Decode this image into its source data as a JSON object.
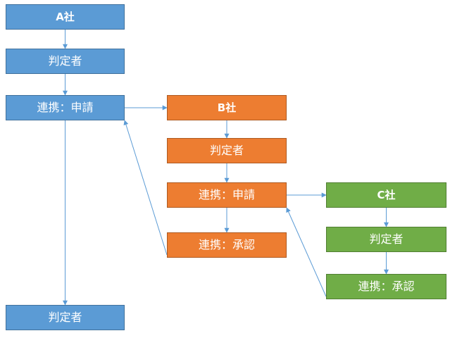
{
  "colors": {
    "company_a": "#5b9bd5",
    "company_b": "#ed7d31",
    "company_c": "#70ad47",
    "connector": "#5b9bd5"
  },
  "company_a": {
    "title": "A社",
    "judge": "判定者",
    "request": "連携：申請",
    "final_judge": "判定者"
  },
  "company_b": {
    "title": "B社",
    "judge": "判定者",
    "request": "連携：申請",
    "approve": "連携：承認"
  },
  "company_c": {
    "title": "C社",
    "judge": "判定者",
    "approve": "連携：承認"
  },
  "connections": [
    {
      "from": "a-title",
      "to": "a-judge"
    },
    {
      "from": "a-judge",
      "to": "a-request"
    },
    {
      "from": "a-request",
      "to": "b-title"
    },
    {
      "from": "a-request",
      "to": "a-final-judge"
    },
    {
      "from": "b-title",
      "to": "b-judge"
    },
    {
      "from": "b-judge",
      "to": "b-request"
    },
    {
      "from": "b-request",
      "to": "b-approve"
    },
    {
      "from": "b-request",
      "to": "c-title"
    },
    {
      "from": "b-approve",
      "to": "a-request"
    },
    {
      "from": "c-title",
      "to": "c-judge"
    },
    {
      "from": "c-judge",
      "to": "c-approve"
    },
    {
      "from": "c-approve",
      "to": "b-request"
    }
  ]
}
